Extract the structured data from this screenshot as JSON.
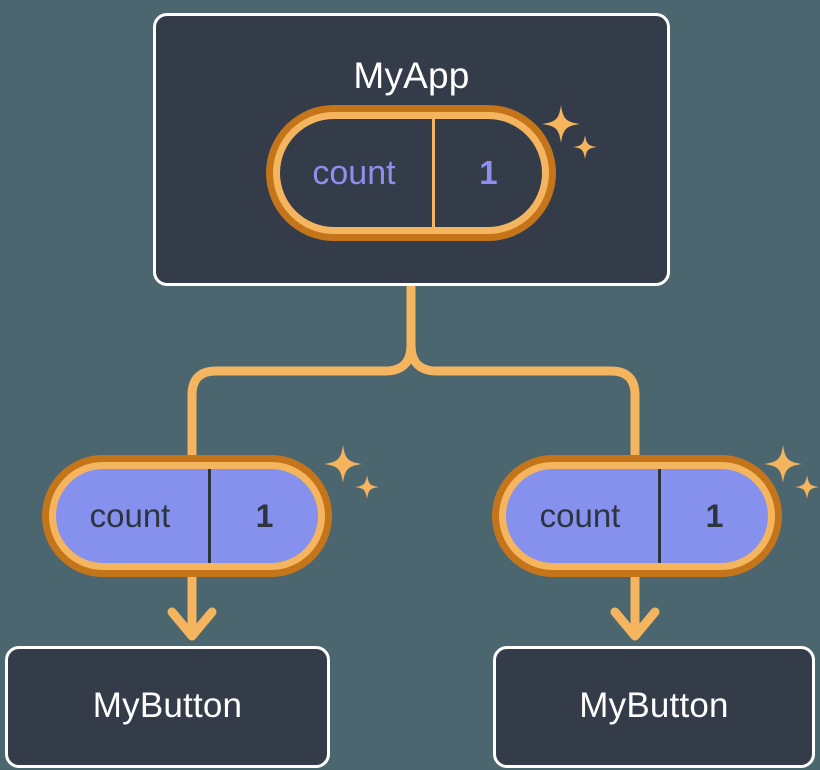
{
  "diagram": {
    "type": "component-state-tree",
    "background_color": "#4c6670",
    "accent_orange": "#f5b55f",
    "accent_orange_dark": "#c4751a",
    "state_purple": "#8691ee",
    "box_dark": "#343c4a",
    "box_border": "#ffffff"
  },
  "root": {
    "title": "MyApp",
    "state": {
      "key": "count",
      "value": "1",
      "highlighted": false,
      "sparkle_icon": "sparkles-icon"
    }
  },
  "children": [
    {
      "state": {
        "key": "count",
        "value": "1",
        "highlighted": true,
        "sparkle_icon": "sparkles-icon"
      },
      "component": {
        "title": "MyButton"
      }
    },
    {
      "state": {
        "key": "count",
        "value": "1",
        "highlighted": true,
        "sparkle_icon": "sparkles-icon"
      },
      "component": {
        "title": "MyButton"
      }
    }
  ]
}
